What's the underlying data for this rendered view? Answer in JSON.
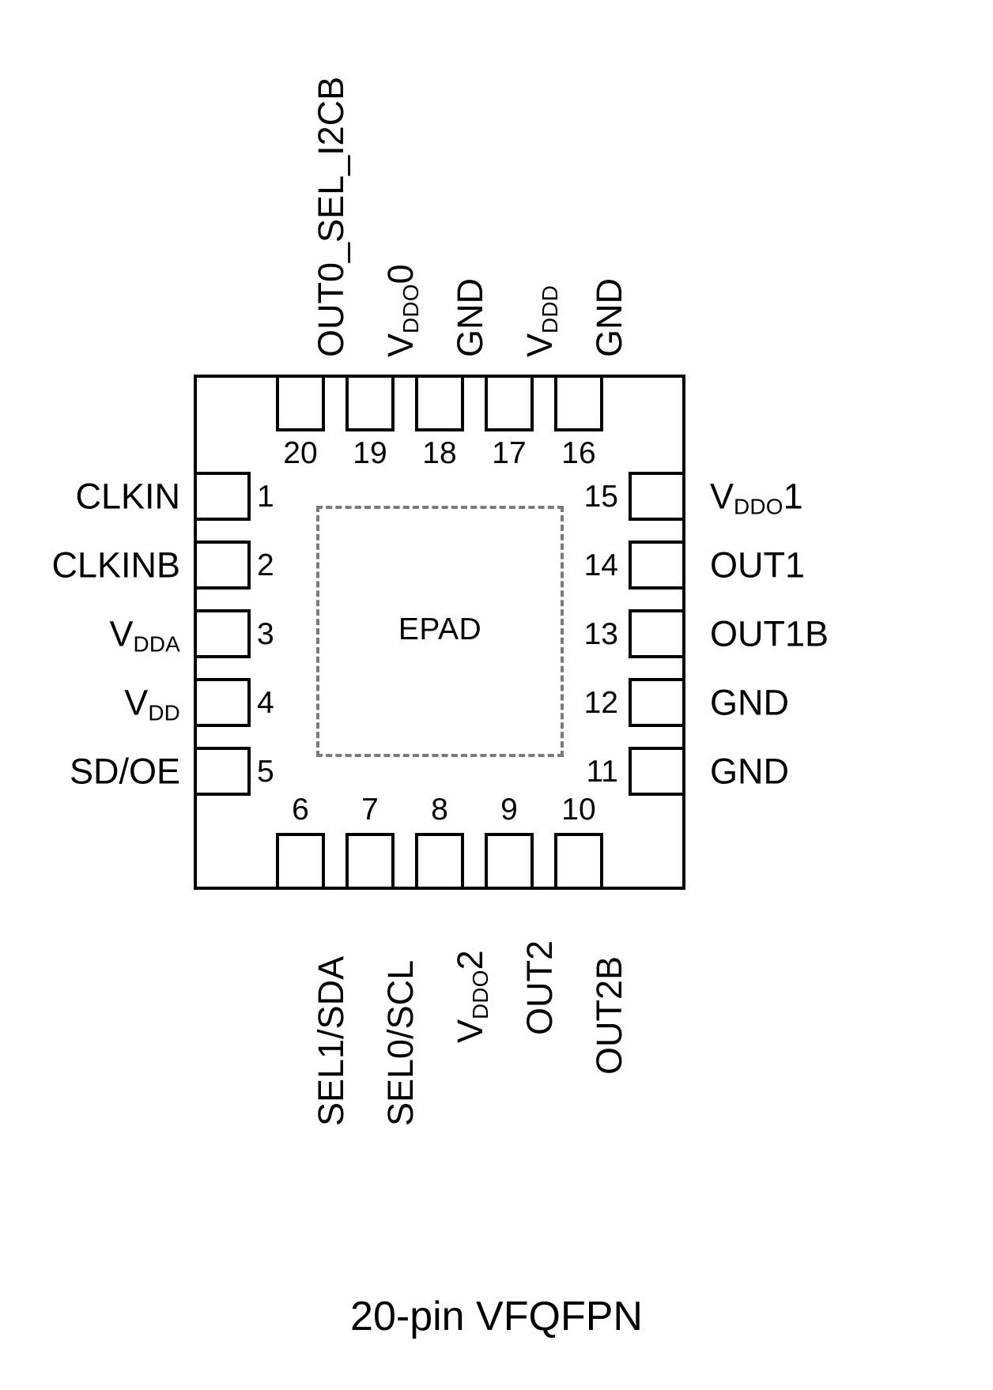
{
  "diagram": {
    "caption": "20-pin VFQFPN",
    "center_label": "EPAD",
    "package": "VFQFPN",
    "pin_count": 20,
    "colors": {
      "outline": "#000000",
      "epad_border": "#7a7a7a",
      "background": "#ffffff",
      "text": "#000000"
    }
  },
  "pins": {
    "top": [
      {
        "number": "20",
        "label_main": "OUT0_SEL_I2CB",
        "label_sub": "",
        "label_tail": ""
      },
      {
        "number": "19",
        "label_main": "V",
        "label_sub": "DDO",
        "label_tail": "0"
      },
      {
        "number": "18",
        "label_main": "GND",
        "label_sub": "",
        "label_tail": ""
      },
      {
        "number": "17",
        "label_main": "V",
        "label_sub": "DDD",
        "label_tail": ""
      },
      {
        "number": "16",
        "label_main": "GND",
        "label_sub": "",
        "label_tail": ""
      }
    ],
    "left": [
      {
        "number": "1",
        "label_main": "CLKIN",
        "label_sub": "",
        "label_tail": ""
      },
      {
        "number": "2",
        "label_main": "CLKINB",
        "label_sub": "",
        "label_tail": ""
      },
      {
        "number": "3",
        "label_main": "V",
        "label_sub": "DDA",
        "label_tail": ""
      },
      {
        "number": "4",
        "label_main": "V",
        "label_sub": "DD",
        "label_tail": ""
      },
      {
        "number": "5",
        "label_main": "SD/OE",
        "label_sub": "",
        "label_tail": ""
      }
    ],
    "bottom": [
      {
        "number": "6",
        "label_main": "SEL1/SDA",
        "label_sub": "",
        "label_tail": ""
      },
      {
        "number": "7",
        "label_main": "SEL0/SCL",
        "label_sub": "",
        "label_tail": ""
      },
      {
        "number": "8",
        "label_main": "V",
        "label_sub": "DDO",
        "label_tail": "2"
      },
      {
        "number": "9",
        "label_main": "OUT2",
        "label_sub": "",
        "label_tail": ""
      },
      {
        "number": "10",
        "label_main": "OUT2B",
        "label_sub": "",
        "label_tail": ""
      }
    ],
    "right": [
      {
        "number": "15",
        "label_main": "V",
        "label_sub": "DDO",
        "label_tail": "1"
      },
      {
        "number": "14",
        "label_main": "OUT1",
        "label_sub": "",
        "label_tail": ""
      },
      {
        "number": "13",
        "label_main": "OUT1B",
        "label_sub": "",
        "label_tail": ""
      },
      {
        "number": "12",
        "label_main": "GND",
        "label_sub": "",
        "label_tail": ""
      },
      {
        "number": "11",
        "label_main": "GND",
        "label_sub": "",
        "label_tail": ""
      }
    ]
  }
}
